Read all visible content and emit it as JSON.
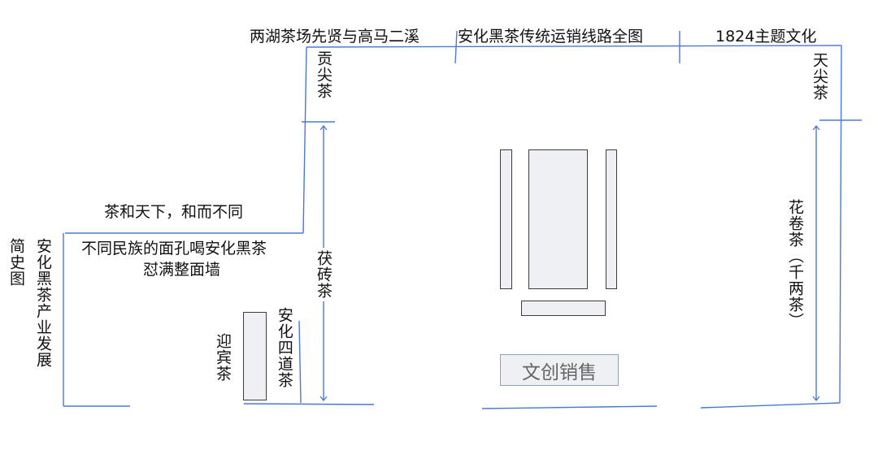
{
  "top": {
    "pioneers": "两湖茶场先贤与高马二溪",
    "route_map": "安化黑茶传统运销线路全图",
    "theme_1824": "1824主题文化"
  },
  "left_wall": {
    "history_line1": "简史图",
    "history_line2": "安化黑茶产业发展",
    "slogan": "茶和天下，和而不同",
    "ethnic_line1": "不同民族的面孔喝安化黑茶",
    "ethnic_line2": "怼满整面墙"
  },
  "teas": {
    "gongjian": "贡尖茶",
    "fuzhuan": "茯砖茶",
    "sidao": "安化四道茶",
    "yingbin": "迎宾茶",
    "tianjian": "天尖茶",
    "huajuan": "花卷茶（千两茶）"
  },
  "shop": "文创销售"
}
